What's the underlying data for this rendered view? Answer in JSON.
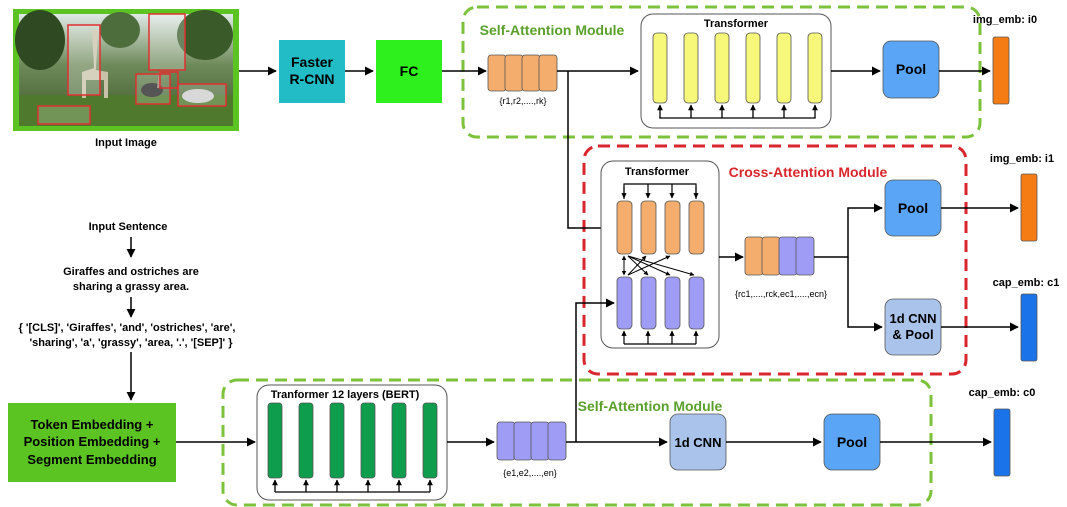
{
  "input_image": {
    "caption": "Input Image"
  },
  "faster_rcnn": {
    "label_line1": "Faster",
    "label_line2": "R-CNN"
  },
  "fc": {
    "label": "FC"
  },
  "region_set_label": "{r1,r2,....,rk}",
  "self_attention_top": {
    "title": "Self-Attention Module",
    "transformer_label": "Transformer",
    "pool_label": "Pool",
    "output_label": "img_emb: i0"
  },
  "cross_attention": {
    "title": "Cross-Attention Module",
    "transformer_label": "Transformer",
    "concat_label": "{rc1,....,rck,ec1,....,ecn}",
    "pool_label": "Pool",
    "cnn_pool_line1": "1d CNN",
    "cnn_pool_line2": "& Pool",
    "img_output_label": "img_emb: i1",
    "cap_output_label": "cap_emb: c1"
  },
  "input_sentence": {
    "title": "Input Sentence",
    "sentence_line1": "Giraffes and ostriches are",
    "sentence_line2": "sharing a grassy area.",
    "tokens_line1": "{ '[CLS]', 'Giraffes', 'and', 'ostriches', 'are',",
    "tokens_line2": "'sharing', 'a', 'grassy', 'area, '.', '[SEP]' }"
  },
  "embedding": {
    "line1": "Token Embedding +",
    "line2": "Position Embedding +",
    "line3": "Segment Embedding"
  },
  "self_attention_bottom": {
    "title": "Self-Attention Module",
    "bert_label": "Tranformer 12 layers (BERT)",
    "word_set_label": "{e1,e2,....,en}",
    "cnn_label": "1d CNN",
    "pool_label": "Pool",
    "output_label": "cap_emb: c0"
  },
  "colors": {
    "green_dash": "#7dc23c",
    "red_dash": "#d9262c",
    "orange": "#f5ad6e",
    "orange_out": "#f57c14",
    "yellow": "#f7f77a",
    "purple": "#9f9cf5",
    "blue_pool": "#5ba5f7",
    "blue_out": "#1a73e8",
    "teal": "#22bcc6",
    "fc_green": "#2ef01c",
    "bert_green": "#0d9d4c",
    "embed_green": "#5cc422",
    "cnn_blue": "#a9c3ea"
  }
}
